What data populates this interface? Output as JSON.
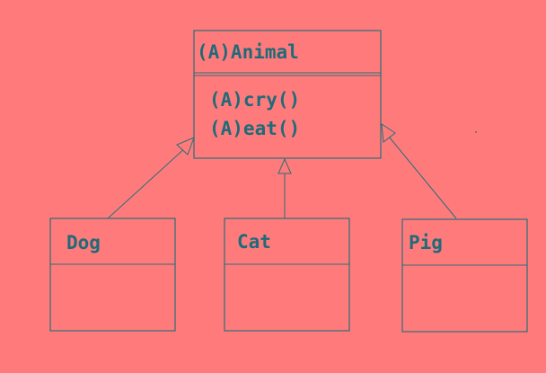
{
  "diagram": {
    "colors": {
      "background": "#ff7b7b",
      "line": "#2c6e78",
      "text": "#1f6b7a"
    },
    "base_class": {
      "name": "(A)Animal",
      "methods": [
        "(A)cry()",
        "(A)eat()"
      ]
    },
    "subclasses": [
      {
        "name": "Dog"
      },
      {
        "name": "Cat"
      },
      {
        "name": "Pig"
      }
    ],
    "relationship": "generalization"
  }
}
